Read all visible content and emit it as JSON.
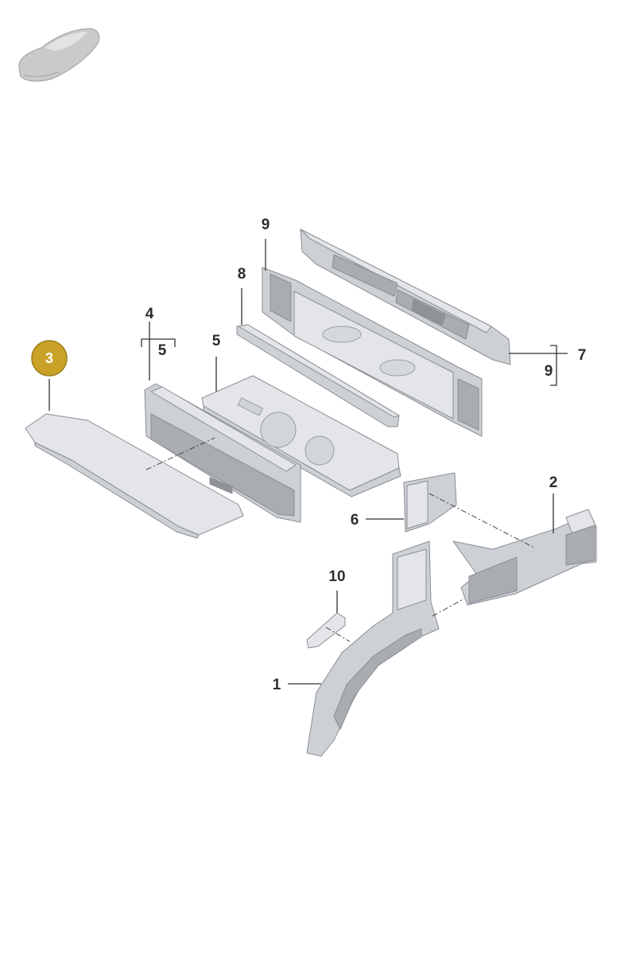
{
  "diagram": {
    "highlight_color": "#c9a227",
    "highlighted_callout": "3",
    "callouts": [
      {
        "id": "c1",
        "label": "1"
      },
      {
        "id": "c2",
        "label": "2"
      },
      {
        "id": "c3",
        "label": "3"
      },
      {
        "id": "c4",
        "label": "4"
      },
      {
        "id": "c4-5",
        "label": "5"
      },
      {
        "id": "c5",
        "label": "5"
      },
      {
        "id": "c6",
        "label": "6"
      },
      {
        "id": "c7",
        "label": "7"
      },
      {
        "id": "c7-9",
        "label": "9"
      },
      {
        "id": "c8",
        "label": "8"
      },
      {
        "id": "c9",
        "label": "9"
      },
      {
        "id": "c10",
        "label": "10"
      }
    ]
  }
}
